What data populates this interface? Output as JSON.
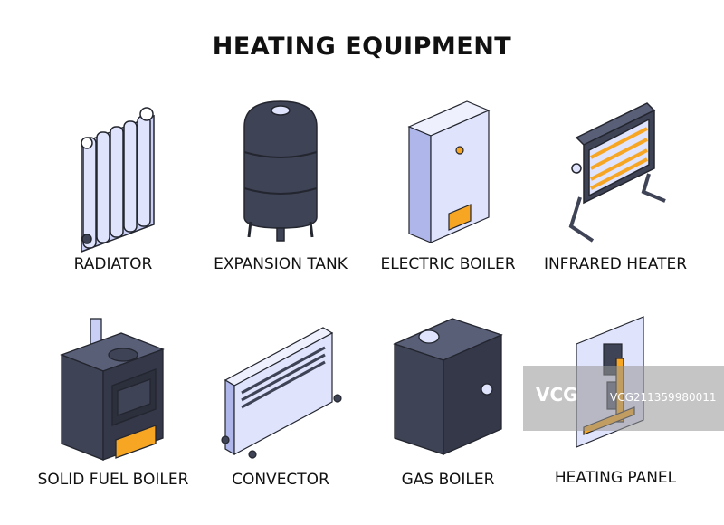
{
  "title": "HEATING EQUIPMENT",
  "items": [
    {
      "label": "RADIATOR",
      "icon": "radiator-icon"
    },
    {
      "label": "EXPANSION TANK",
      "icon": "expansion-tank-icon"
    },
    {
      "label": "ELECTRIC BOILER",
      "icon": "electric-boiler-icon"
    },
    {
      "label": "INFRARED HEATER",
      "icon": "infrared-heater-icon"
    },
    {
      "label": "SOLID FUEL BOILER",
      "icon": "solid-fuel-boiler-icon"
    },
    {
      "label": "CONVECTOR",
      "icon": "convector-icon"
    },
    {
      "label": "GAS BOILER",
      "icon": "gas-boiler-icon"
    },
    {
      "label": "HEATING PANEL",
      "icon": "heating-panel-icon"
    }
  ],
  "watermark": {
    "logo": "VCG",
    "id": "VCG211359980011"
  },
  "colors": {
    "dark": "#3f4356",
    "light": "#dfe3fb",
    "accent": "#f6a623",
    "outline": "#23262f"
  }
}
